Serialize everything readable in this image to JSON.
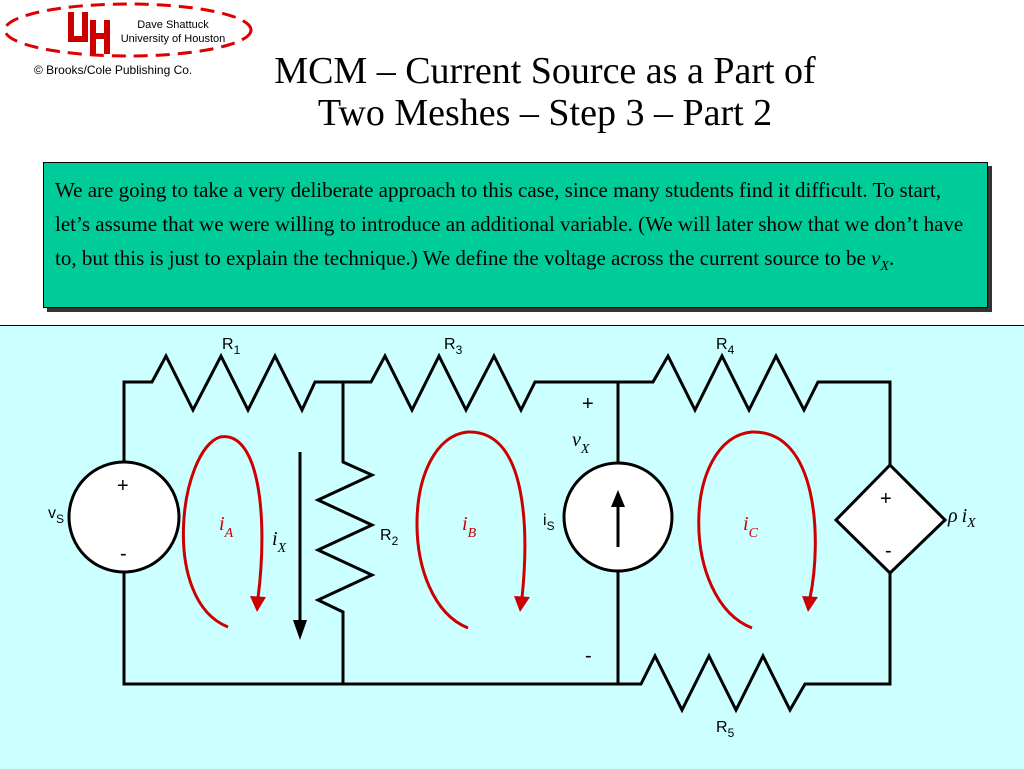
{
  "header": {
    "author_name": "Dave Shattuck",
    "institution": "University of Houston",
    "copyright": "© Brooks/Cole Publishing Co.",
    "logo_icon": "uh-logo-icon"
  },
  "slide": {
    "title_line1": "MCM – Current Source as a Part of",
    "title_line2": "Two Meshes – Step 3 – Part 2"
  },
  "note": {
    "text": "We are going to take a very deliberate approach to this case, since many students find it difficult.  To start, let’s assume that we were willing to introduce an additional variable.  (We will later show that we don’t have to, but this is just to explain the technique.)  We define the voltage across the current source to be ",
    "variable": "v",
    "variable_sub": "X",
    "end": ".",
    "bg_color": "#00cc99"
  },
  "circuit": {
    "panel_color": "#ccffff",
    "mesh_color": "#cc0000",
    "r1": {
      "main": "R",
      "sub": "1"
    },
    "r2": {
      "main": "R",
      "sub": "2"
    },
    "r3": {
      "main": "R",
      "sub": "3"
    },
    "r4": {
      "main": "R",
      "sub": "4"
    },
    "r5": {
      "main": "R",
      "sub": "5"
    },
    "vs": {
      "main": "v",
      "sub": "S",
      "plus": "+",
      "minus": "-"
    },
    "is": {
      "main": "i",
      "sub": "S"
    },
    "vx": {
      "main": "v",
      "sub": "X",
      "plus": "+",
      "minus": "-"
    },
    "ix": {
      "main": "i",
      "sub": "X"
    },
    "dep": {
      "rho": "ρ",
      "main": "i",
      "sub": "X",
      "plus": "+",
      "minus": "-"
    },
    "mesh_a": {
      "main": "i",
      "sub": "A"
    },
    "mesh_b": {
      "main": "i",
      "sub": "B"
    },
    "mesh_c": {
      "main": "i",
      "sub": "C"
    }
  }
}
